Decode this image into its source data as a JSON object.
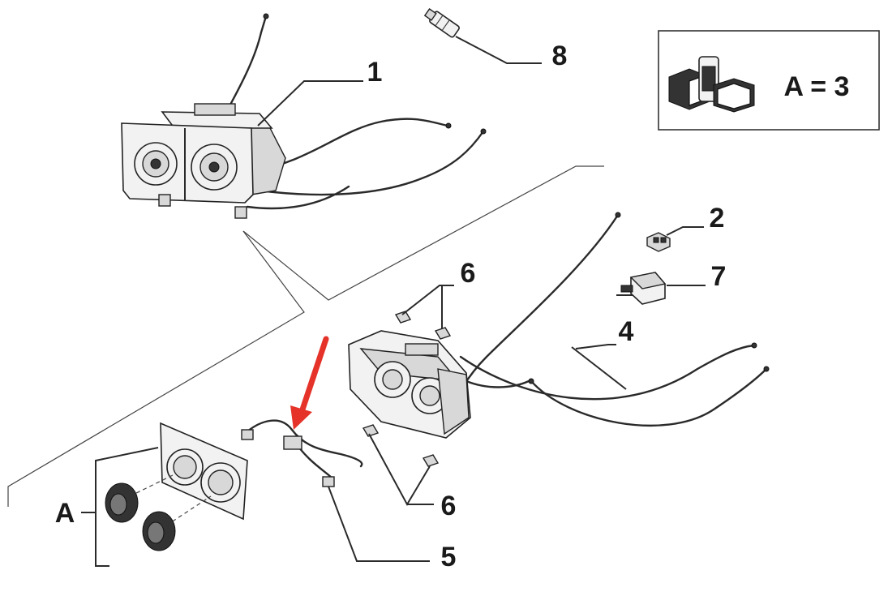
{
  "callouts": [
    {
      "id": "1",
      "text": "1"
    },
    {
      "id": "2",
      "text": "2"
    },
    {
      "id": "4",
      "text": "4"
    },
    {
      "id": "5",
      "text": "5"
    },
    {
      "id": "6a",
      "text": "6"
    },
    {
      "id": "6b",
      "text": "6"
    },
    {
      "id": "7",
      "text": "7"
    },
    {
      "id": "8",
      "text": "8"
    }
  ],
  "group_label": "A",
  "kit_box": {
    "text": "A = 3"
  },
  "colors": {
    "ink": "#1a1a1a",
    "arrow": "#e5332a",
    "background": "#ffffff"
  }
}
